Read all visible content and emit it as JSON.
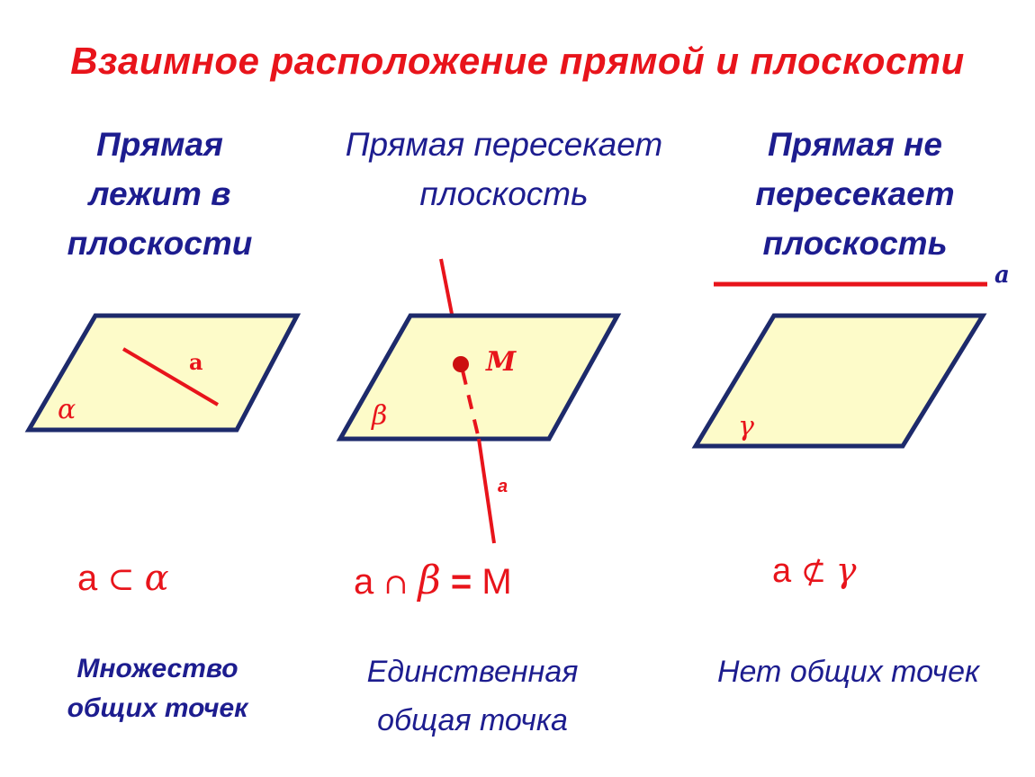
{
  "title": "Взаимное расположение прямой и плоскости",
  "columns": [
    {
      "heading_lines": [
        "Прямая",
        "лежит в",
        "плоскости"
      ],
      "plane_label": "α",
      "line_label": "a",
      "formula": {
        "a": "a",
        "op": "⊂",
        "plane": "α"
      },
      "caption_lines": [
        "Множество",
        "общих точек"
      ]
    },
    {
      "heading_lines": [
        "Прямая пересекает",
        "плоскость"
      ],
      "plane_label": "β",
      "line_label": "a",
      "point_label": "M",
      "formula": {
        "a": "a",
        "op": "∩",
        "plane": "β",
        "eq": "=",
        "point": "M"
      },
      "caption_lines": [
        "Единственная",
        "общая точка"
      ]
    },
    {
      "heading_lines": [
        "Прямая не",
        "пересекает",
        "плоскость"
      ],
      "plane_label": "γ",
      "line_label": "a",
      "formula": {
        "a": "a",
        "op": "⊄",
        "plane": "γ"
      },
      "caption_lines": [
        "Нет общих точек"
      ]
    }
  ],
  "colors": {
    "title": "#e8141b",
    "text": "#1d1d8f",
    "plane_fill": "#fdfbc9",
    "plane_stroke": "#1d2a6b",
    "line": "#e8141b"
  }
}
